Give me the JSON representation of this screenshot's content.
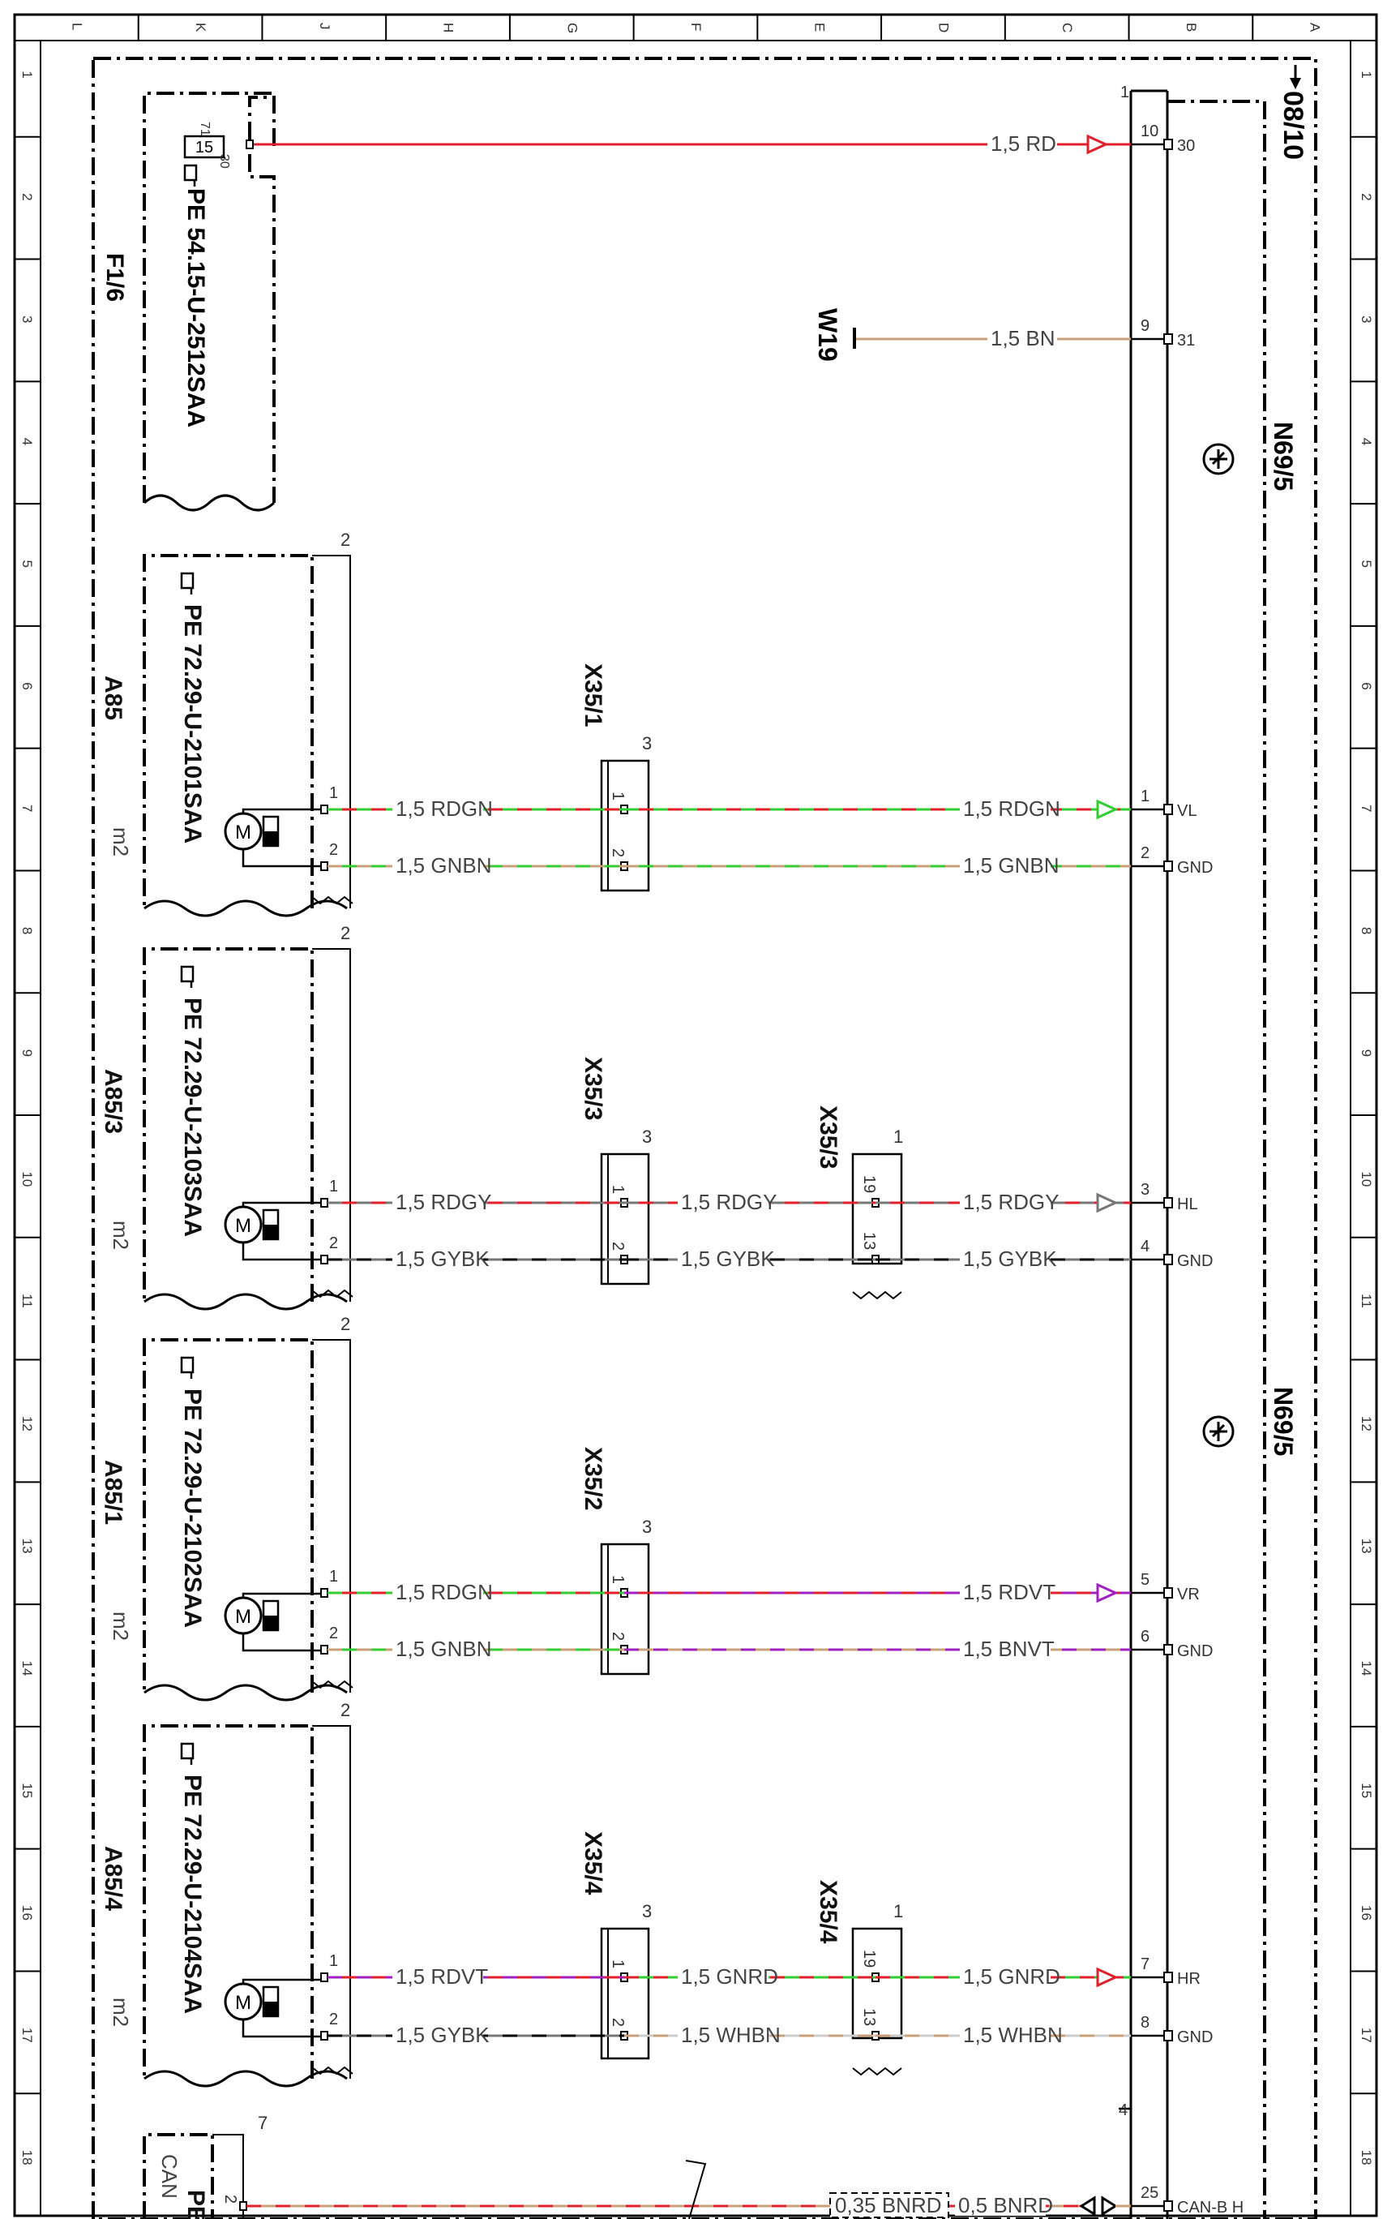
{
  "frame": {
    "column_letters": [
      "L",
      "K",
      "J",
      "H",
      "G",
      "F",
      "E",
      "D",
      "C",
      "B",
      "A"
    ],
    "row_numbers": [
      "1",
      "2",
      "3",
      "4",
      "5",
      "6",
      "7",
      "8",
      "9",
      "10",
      "11",
      "12",
      "13",
      "14",
      "15",
      "16",
      "17",
      "18"
    ]
  },
  "page_ref": "08/10",
  "units": [
    {
      "id": "F1/6",
      "pe": "PE 54.15-U-2512SAA"
    },
    {
      "id": "A85",
      "pe": "PE 72.29-U-2101SAA",
      "motor": "M",
      "sub": "m2",
      "corner": "2"
    },
    {
      "id": "A85/3",
      "pe": "PE 72.29-U-2103SAA",
      "motor": "M",
      "sub": "m2",
      "corner": "2"
    },
    {
      "id": "A85/1",
      "pe": "PE 72.29-U-2102SAA",
      "motor": "M",
      "sub": "m2",
      "corner": "2"
    },
    {
      "id": "A85/4",
      "pe": "PE 72.29-U-2104SAA",
      "motor": "M",
      "sub": "m2",
      "corner": "2"
    },
    {
      "id": "CAN",
      "pe": "PE",
      "corner": "7"
    }
  ],
  "fuse": {
    "value": "15",
    "pin_in": "71",
    "pin_out": "30"
  },
  "ground": {
    "id": "W19"
  },
  "module": {
    "id": "N69/5",
    "id_lower": "N69/5",
    "corner": "1",
    "corner_can": "4"
  },
  "connectors": [
    {
      "id": "X35/1",
      "corner": "3",
      "pins": [
        "1",
        "2"
      ]
    },
    {
      "id": "X35/3",
      "corner": "3",
      "pins": [
        "1",
        "2"
      ]
    },
    {
      "id": "X35/3",
      "corner": "1",
      "pins": [
        "19",
        "13"
      ]
    },
    {
      "id": "X35/2",
      "corner": "3",
      "pins": [
        "1",
        "2"
      ]
    },
    {
      "id": "X35/4",
      "corner": "3",
      "pins": [
        "1",
        "2"
      ]
    },
    {
      "id": "X35/4",
      "corner": "1",
      "pins": [
        "19",
        "13"
      ]
    }
  ],
  "wires": [
    {
      "label": "1,5 RD",
      "pin": "10",
      "terminal": "30"
    },
    {
      "label": "1,5 BN",
      "pin": "9",
      "terminal": "31"
    },
    {
      "left": "1,5 RDGN",
      "right": "1,5 RDGN",
      "pin": "1",
      "terminal": "VL",
      "motor_pin": "1"
    },
    {
      "left": "1,5 GNBN",
      "right": "1,5 GNBN",
      "pin": "2",
      "terminal": "GND",
      "motor_pin": "2"
    },
    {
      "left": "1,5 RDGY",
      "mid": "1,5 RDGY",
      "right": "1,5 RDGY",
      "pin": "3",
      "terminal": "HL",
      "motor_pin": "1"
    },
    {
      "left": "1,5 GYBK",
      "mid": "1,5 GYBK",
      "right": "1,5 GYBK",
      "pin": "4",
      "terminal": "GND",
      "motor_pin": "2"
    },
    {
      "left": "1,5 RDGN",
      "right": "1,5 RDVT",
      "pin": "5",
      "terminal": "VR",
      "motor_pin": "1"
    },
    {
      "left": "1,5 GNBN",
      "right": "1,5 BNVT",
      "pin": "6",
      "terminal": "GND",
      "motor_pin": "2"
    },
    {
      "left": "1,5 RDVT",
      "mid": "1,5 GNRD",
      "right": "1,5 GNRD",
      "pin": "7",
      "terminal": "HR",
      "motor_pin": "1"
    },
    {
      "left": "1,5 GYBK",
      "mid": "1,5 WHBN",
      "right": "1,5 WHBN",
      "pin": "8",
      "terminal": "GND",
      "motor_pin": "2"
    },
    {
      "box": "0,35 BNRD",
      "right": "0,5 BNRD",
      "pin": "25",
      "terminal": "CAN-B H",
      "unit_pin": "2"
    }
  ],
  "wire_colors": {
    "RD": "#e0202a",
    "GN": "#33cc33",
    "BN": "#c8a078",
    "GY": "#777777",
    "BK": "#000000",
    "VT": "#a020c0",
    "WH": "#cccccc"
  }
}
